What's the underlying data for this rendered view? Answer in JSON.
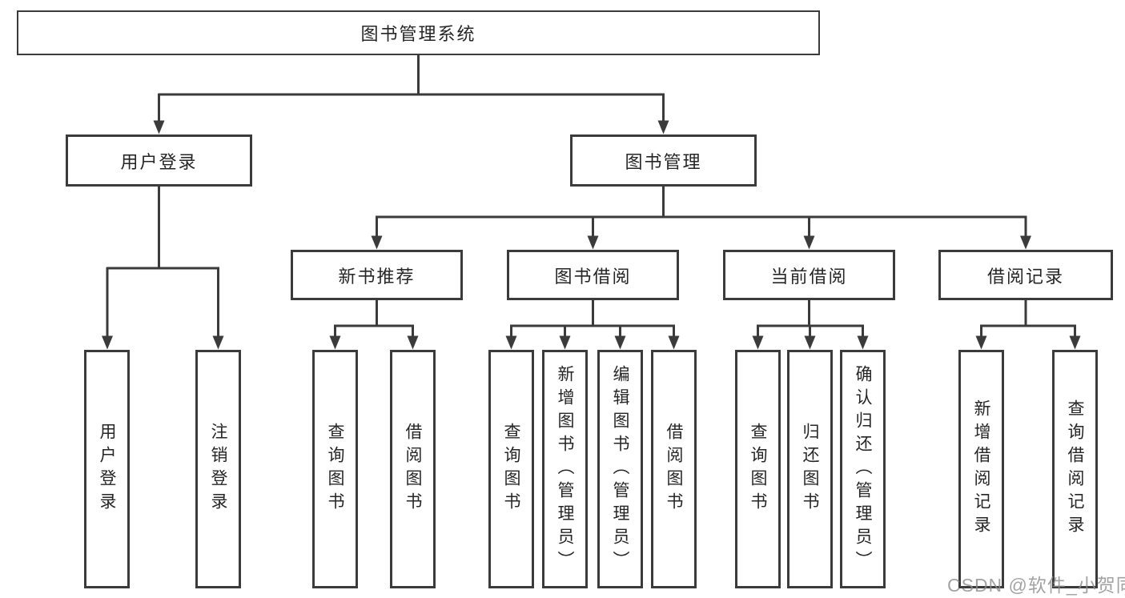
{
  "diagram": {
    "root": {
      "label": "图书管理系统"
    },
    "branches": [
      {
        "label": "用户登录",
        "children": [
          "用户登录",
          "注销登录"
        ]
      },
      {
        "label": "图书管理"
      }
    ],
    "modules": [
      {
        "label": "新书推荐",
        "children": [
          "查询图书",
          "借阅图书"
        ]
      },
      {
        "label": "图书借阅",
        "children": [
          "查询图书",
          "新增图书（管理员）",
          "编辑图书（管理员）",
          "借阅图书"
        ]
      },
      {
        "label": "当前借阅",
        "children": [
          "查询图书",
          "归还图书",
          "确认归还（管理员）"
        ]
      },
      {
        "label": "借阅记录",
        "children": [
          "新增借阅记录",
          "查询借阅记录"
        ]
      }
    ]
  },
  "watermark": {
    "text": "CSDN @软件_小贺同学"
  },
  "colors": {
    "line": "#3b3b3b",
    "text": "#262626",
    "watermark_gray": "#8c8c8c",
    "background": "#ffffff"
  }
}
